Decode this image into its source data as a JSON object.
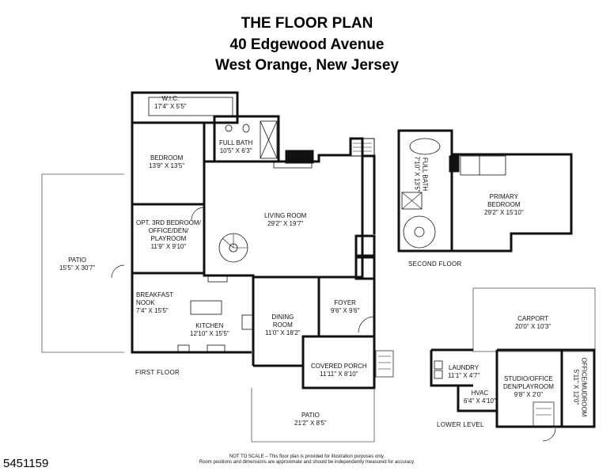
{
  "header": {
    "line1": "THE FLOOR PLAN",
    "line2": "40 Edgewood Avenue",
    "line3": "West Orange, New Jersey"
  },
  "floors": {
    "first": "FIRST FLOOR",
    "second": "SECOND FLOOR",
    "lower": "LOWER LEVEL"
  },
  "rooms": {
    "wic": {
      "name": "W.I.C.",
      "dims": "17'4\" X 5'5\""
    },
    "full_bath_1": {
      "name": "FULL BATH",
      "dims": "10'5\" X 6'3\""
    },
    "bedroom": {
      "name": "BEDROOM",
      "dims": "13'9\" X 13'5\""
    },
    "opt_bedroom": {
      "line1": "OPT. 3RD BEDROOM/",
      "line2": "OFFICE/DEN/",
      "line3": "PLAYROOM",
      "dims": "11'9\" X 9'10\""
    },
    "living": {
      "name": "LIVING ROOM",
      "dims": "29'2\" X 19'7\""
    },
    "patio_side": {
      "name": "PATIO",
      "dims": "15'5\" X 30'7\""
    },
    "breakfast": {
      "line1": "BREAKFAST",
      "line2": "NOOK",
      "dims": "7'4\" X 15'5\""
    },
    "kitchen": {
      "name": "KITCHEN",
      "dims": "12'10\" X 15'5\""
    },
    "dining": {
      "line1": "DINING",
      "line2": "ROOM",
      "dims": "11'0\" X 18'2\""
    },
    "foyer": {
      "name": "FOYER",
      "dims": "9'6\" X 9'6\""
    },
    "covered_porch": {
      "name": "COVERED PORCH",
      "dims": "11'11\" X 8'10\""
    },
    "patio_front": {
      "name": "PATIO",
      "dims": "21'2\" X 8'5\""
    },
    "full_bath_2": {
      "name": "FULL BATH",
      "dims": "7'10\" X 13'5\""
    },
    "primary": {
      "line1": "PRIMARY",
      "line2": "BEDROOM",
      "dims": "29'2\" X 15'10\""
    },
    "carport": {
      "name": "CARPORT",
      "dims": "20'0\" X 10'3\""
    },
    "laundry": {
      "name": "LAUNDRY",
      "dims": "11'1\" X 4'7\""
    },
    "studio": {
      "line1": "STUDIO/OFFICE",
      "line2": "DEN/PLAYROOM",
      "dims": "9'8\" X 2'0\""
    },
    "hvac": {
      "name": "HVAC",
      "dims": "6'4\" X 4'10\""
    },
    "office_mudroom": {
      "name": "OFFICE/MUDROOM",
      "dims": "5'11\" X 12'0\""
    }
  },
  "footer": {
    "mls": "5451159",
    "note1": "NOT TO SCALE – This floor plan is provided for illustration purposes only.",
    "note2": "Room positions and dimensions are approximate and should be independently measured for accuracy."
  },
  "colors": {
    "wall": "#111111",
    "thin": "#555555",
    "background": "#ffffff"
  }
}
